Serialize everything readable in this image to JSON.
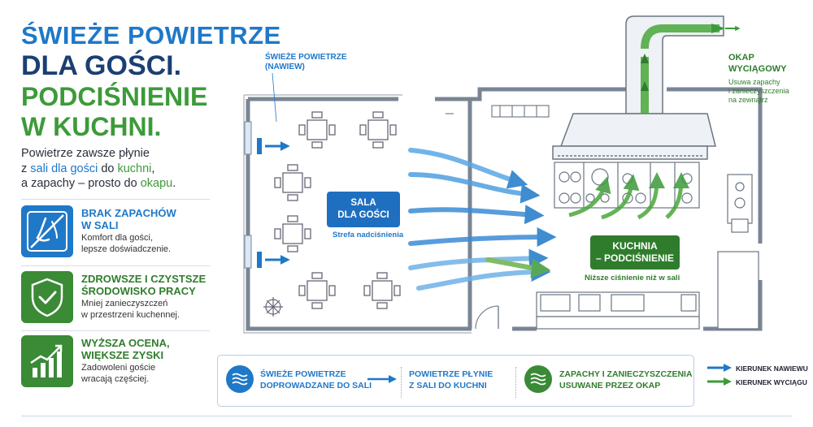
{
  "title": {
    "line1": "ŚWIEŻE POWIETRZE",
    "line2": "DLA GOŚCI.",
    "line3": "PODCIŚNIENIE",
    "line4": "W KUCHNI."
  },
  "intro": {
    "p1": "Powietrze zawsze płynie",
    "p2a": "z ",
    "p2b": "sali dla gości",
    "p2c": " do ",
    "p2d": "kuchni",
    "p2e": ",",
    "p3a": "a zapachy – prosto do ",
    "p3b": "okapu",
    "p3c": "."
  },
  "benefits": [
    {
      "title": "BRAK ZAPACHÓW\nW SALI",
      "desc": "Komfort dla gości,\nlepsze doświadczenie.",
      "icon": "nose-icon",
      "color": "#1f78c8"
    },
    {
      "title": "ZDROWSZE I CZYSTSZE\nŚRODOWISKO PRACY",
      "desc": "Mniej zanieczyszczeń\nw przestrzeni kuchennej.",
      "icon": "shield-check-icon",
      "color": "#2f7d2c"
    },
    {
      "title": "WYŻSZA OCENA,\nWIĘKSZE ZYSKI",
      "desc": "Zadowoleni goście\nwracają częściej.",
      "icon": "growth-chart-icon",
      "color": "#2f7d2c"
    }
  ],
  "diagram": {
    "fresh_air_label_1": "ŚWIEŻE POWIETRZE",
    "fresh_air_label_2": "(NAWIEW)",
    "sala_badge_1": "SALA",
    "sala_badge_2": "DLA GOŚCI",
    "sala_sub": "Strefa nadciśnienia",
    "kuchnia_badge_1": "KUCHNIA",
    "kuchnia_badge_2": "– PODCIŚNIENIE",
    "kuchnia_sub": "Niższe ciśnienie niż w sali",
    "okap_title_1": "OKAP",
    "okap_title_2": "WYCIĄGOWY",
    "okap_desc_1": "Usuwa zapachy",
    "okap_desc_2": "i zanieczyszczenia",
    "okap_desc_3": "na zewnątrz"
  },
  "flow_steps": [
    {
      "line1": "ŚWIEŻE POWIETRZE",
      "line2": "DOPROWADZANE DO SALI",
      "icon": "wave-icon"
    },
    {
      "line1": "POWIETRZE PŁYNIE",
      "line2": "Z SALI DO KUCHNI"
    },
    {
      "line1": "ZAPACHY I ZANIECZYSZCZENIA",
      "line2": "USUWANE PRZEZ OKAP",
      "icon": "wave-icon"
    }
  ],
  "legend": {
    "supply": "KIERUNEK NAWIEWU",
    "exhaust": "KIERUNEK WYCIĄGU"
  },
  "colors": {
    "blue": "#1f78c8",
    "navy": "#1b3f72",
    "green": "#3d9a3a",
    "dark_green": "#2f7d2c"
  }
}
